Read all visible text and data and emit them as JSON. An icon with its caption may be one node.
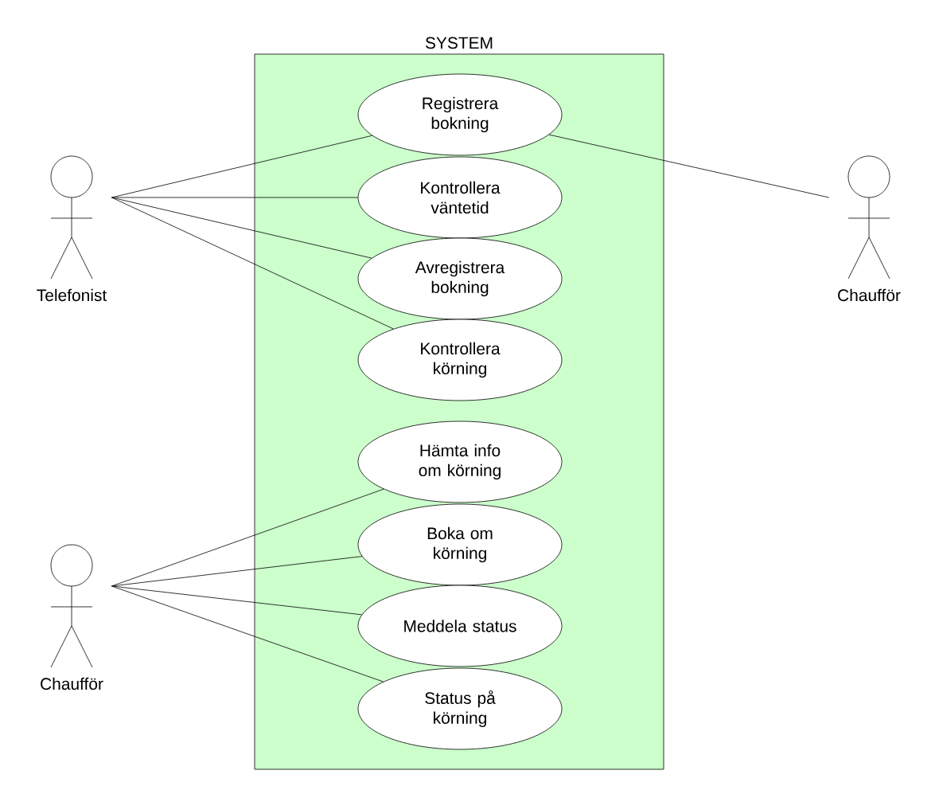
{
  "diagram": {
    "nodes": [
      {
        "text": [
          "SYSTEM"
        ]
      },
      {
        "text": [
          "Registrera bokning"
        ],
        "in": 0
      },
      {
        "text": [
          "Kontrollera väntetid"
        ],
        "in": 0
      },
      {
        "text": [
          "Avregistrera bokning"
        ],
        "in": 0
      },
      {
        "text": [
          "Kontrollera körning"
        ],
        "in": 0
      },
      {
        "text": [
          "Hämta info om körning"
        ],
        "in": 0
      },
      {
        "text": [
          "Boka om körning"
        ],
        "in": 0
      },
      {
        "text": [
          "Meddela status"
        ],
        "in": 0
      },
      {
        "text": [
          "Status på körning"
        ],
        "in": 0
      },
      {
        "text": [
          "Telefonist"
        ]
      },
      {
        "text": [
          "Chaufför"
        ]
      },
      {
        "text": [
          "Chaufför"
        ]
      }
    ],
    "edges": [
      {
        "from": 9,
        "to": 1,
        "arrow": "none"
      },
      {
        "from": 9,
        "to": 2,
        "arrow": "none"
      },
      {
        "from": 9,
        "to": 3,
        "arrow": "none"
      },
      {
        "from": 9,
        "to": 4,
        "arrow": "none"
      },
      {
        "from": 1,
        "to": 10,
        "arrow": "none"
      },
      {
        "from": 11,
        "to": 5,
        "arrow": "none"
      },
      {
        "from": 11,
        "to": 6,
        "arrow": "none"
      },
      {
        "from": 11,
        "to": 7,
        "arrow": "none"
      },
      {
        "from": 11,
        "to": 8,
        "arrow": "none"
      }
    ]
  }
}
